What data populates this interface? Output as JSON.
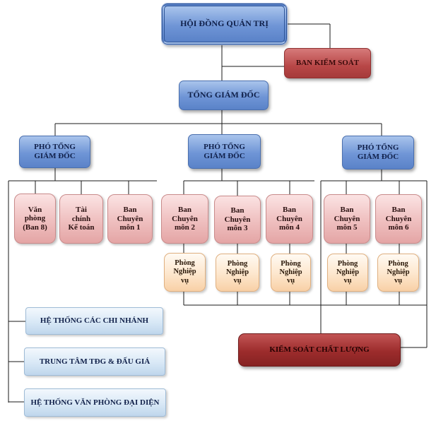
{
  "nodes": {
    "board": "HỘI ĐỒNG QUẢN TRỊ",
    "supervisory": "BAN KIỂM SOÁT",
    "ceo": "TỔNG GIÁM ĐỐC",
    "deputy_1": [
      "PHÓ TỔNG",
      "GIÁM ĐỐC"
    ],
    "deputy_2": [
      "PHÓ TỔNG",
      "GIÁM ĐỐC"
    ],
    "deputy_3": [
      "PHÓ TỔNG",
      "GIÁM ĐỐC"
    ],
    "office": [
      "Văn",
      "phòng",
      "(Ban 8)"
    ],
    "finance": [
      "Tài",
      "chính",
      "Kế toán"
    ],
    "dept_1": [
      "Ban",
      "Chuyên",
      "môn 1"
    ],
    "dept_2": [
      "Ban",
      "Chuyên",
      "môn 2"
    ],
    "dept_3": [
      "Ban",
      "Chuyên",
      "môn 3"
    ],
    "dept_4": [
      "Ban",
      "Chuyên",
      "môn 4"
    ],
    "dept_5": [
      "Ban",
      "Chuyên",
      "môn 5"
    ],
    "dept_6": [
      "Ban",
      "Chuyên",
      "môn 6"
    ],
    "ops_2": [
      "Phòng",
      "Nghiệp",
      "vụ"
    ],
    "ops_3": [
      "Phòng",
      "Nghiệp",
      "vụ"
    ],
    "ops_4": [
      "Phòng",
      "Nghiệp",
      "vụ"
    ],
    "ops_5": [
      "Phòng",
      "Nghiệp",
      "vụ"
    ],
    "ops_6": [
      "Phòng",
      "Nghiệp",
      "vụ"
    ],
    "branches": "HỆ THỐNG CÁC CHI NHÁNH",
    "auction_center": "TRUNG TÂM TĐG & ĐẤU GIÁ",
    "rep_offices": "HỆ THỐNG VĂN PHÒNG ĐẠI DIỆN",
    "quality_control": "KIỂM SOÁT CHẤT LƯỢNG"
  },
  "colors": {
    "executive": "#6f95d6",
    "supervisory": "#b84747",
    "department": "#f0c2c2",
    "operations": "#fde6cc",
    "network": "#d8e8f6",
    "quality": "#9c2c2c",
    "connector": "#1a1a1a"
  }
}
